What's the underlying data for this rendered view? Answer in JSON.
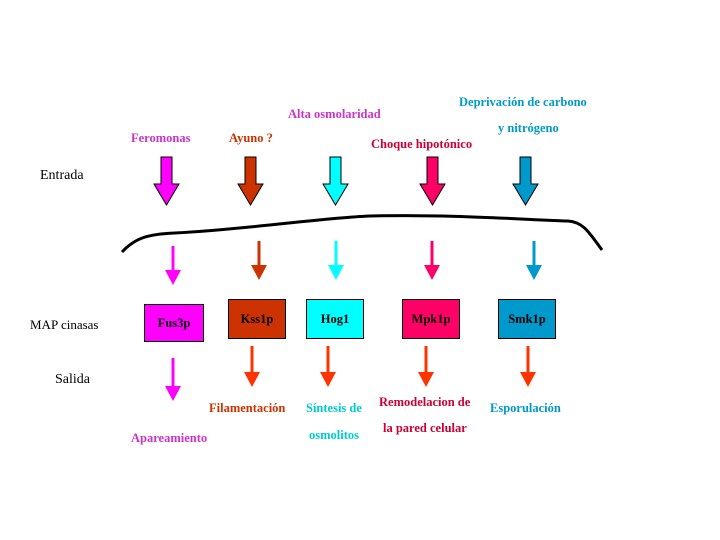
{
  "colors": {
    "magenta": "#ff00ff",
    "brown": "#cc3300",
    "cyan": "#00ffff",
    "crimson": "#ff0066",
    "blue": "#0099cc",
    "orange": "#ff3300",
    "purple": "#cc33cc",
    "text_brown": "#cc3300",
    "text_crimson": "#cc0033",
    "text_cyan": "#00cccc"
  },
  "row_labels": {
    "input": "Entrada",
    "kinases": "MAP cinasas",
    "output": "Salida"
  },
  "stimuli": {
    "pheromones": "Feromonas",
    "starvation": "Ayuno ?",
    "high_osmolarity": "Alta osmolaridad",
    "hypotonic_shock": "Choque hipotónico",
    "deprivation_line1": "Deprivación de carbono",
    "deprivation_line2": "y  nitrógeno"
  },
  "kinases": [
    "Fus3p",
    "Kss1p",
    "Hog1",
    "Mpk1p",
    "Smk1p"
  ],
  "outputs": {
    "mating": "Apareamiento",
    "filamentation": "Filamentación",
    "osmolyte_line1": "Síntesis de",
    "osmolyte_line2": "osmolitos",
    "remodel_line1": "Remodelacion de",
    "remodel_line2": "la pared celular",
    "sporulation": "Esporulación"
  }
}
